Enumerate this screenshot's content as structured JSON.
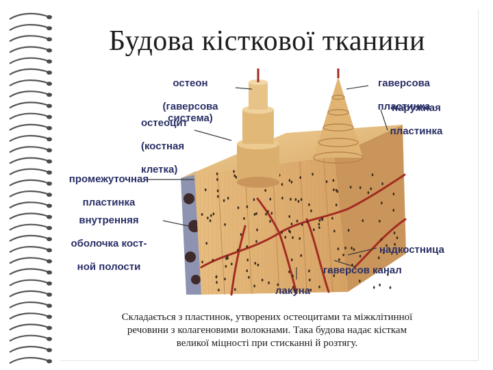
{
  "slide": {
    "title": "Будова кісткової тканини",
    "caption_line1": "Складається з пластинок, утворених остеоцитами та міжклітинної",
    "caption_line2": "речовини з колагеновими волокнами. Така будова надає кісткам",
    "caption_line3": "великої міцності при стисканні й розтягу."
  },
  "labels": {
    "osteon_1": "остеон",
    "osteon_2": "(гаверсова система)",
    "osteocyte_1": "остеоцит",
    "osteocyte_2": "(костная",
    "osteocyte_3": "клетка)",
    "interstitial_1": "промежуточная",
    "interstitial_2": "пластинка",
    "endosteum_1": "внутренняя",
    "endosteum_2": "оболочка кост-",
    "endosteum_3": "ной полости",
    "haversian_lamella_1": "гаверсова",
    "haversian_lamella_2": "пластинка",
    "outer_lamella_1": "наружная",
    "outer_lamella_2": "пластинка",
    "periosteum": "надкостница",
    "haversian_canal": "гаверсов канал",
    "lacuna": "лакуна"
  },
  "colors": {
    "bone": "#e2b879",
    "bone_dark": "#c9955a",
    "vessel": "#a32b22",
    "label": "#2a2f66"
  }
}
